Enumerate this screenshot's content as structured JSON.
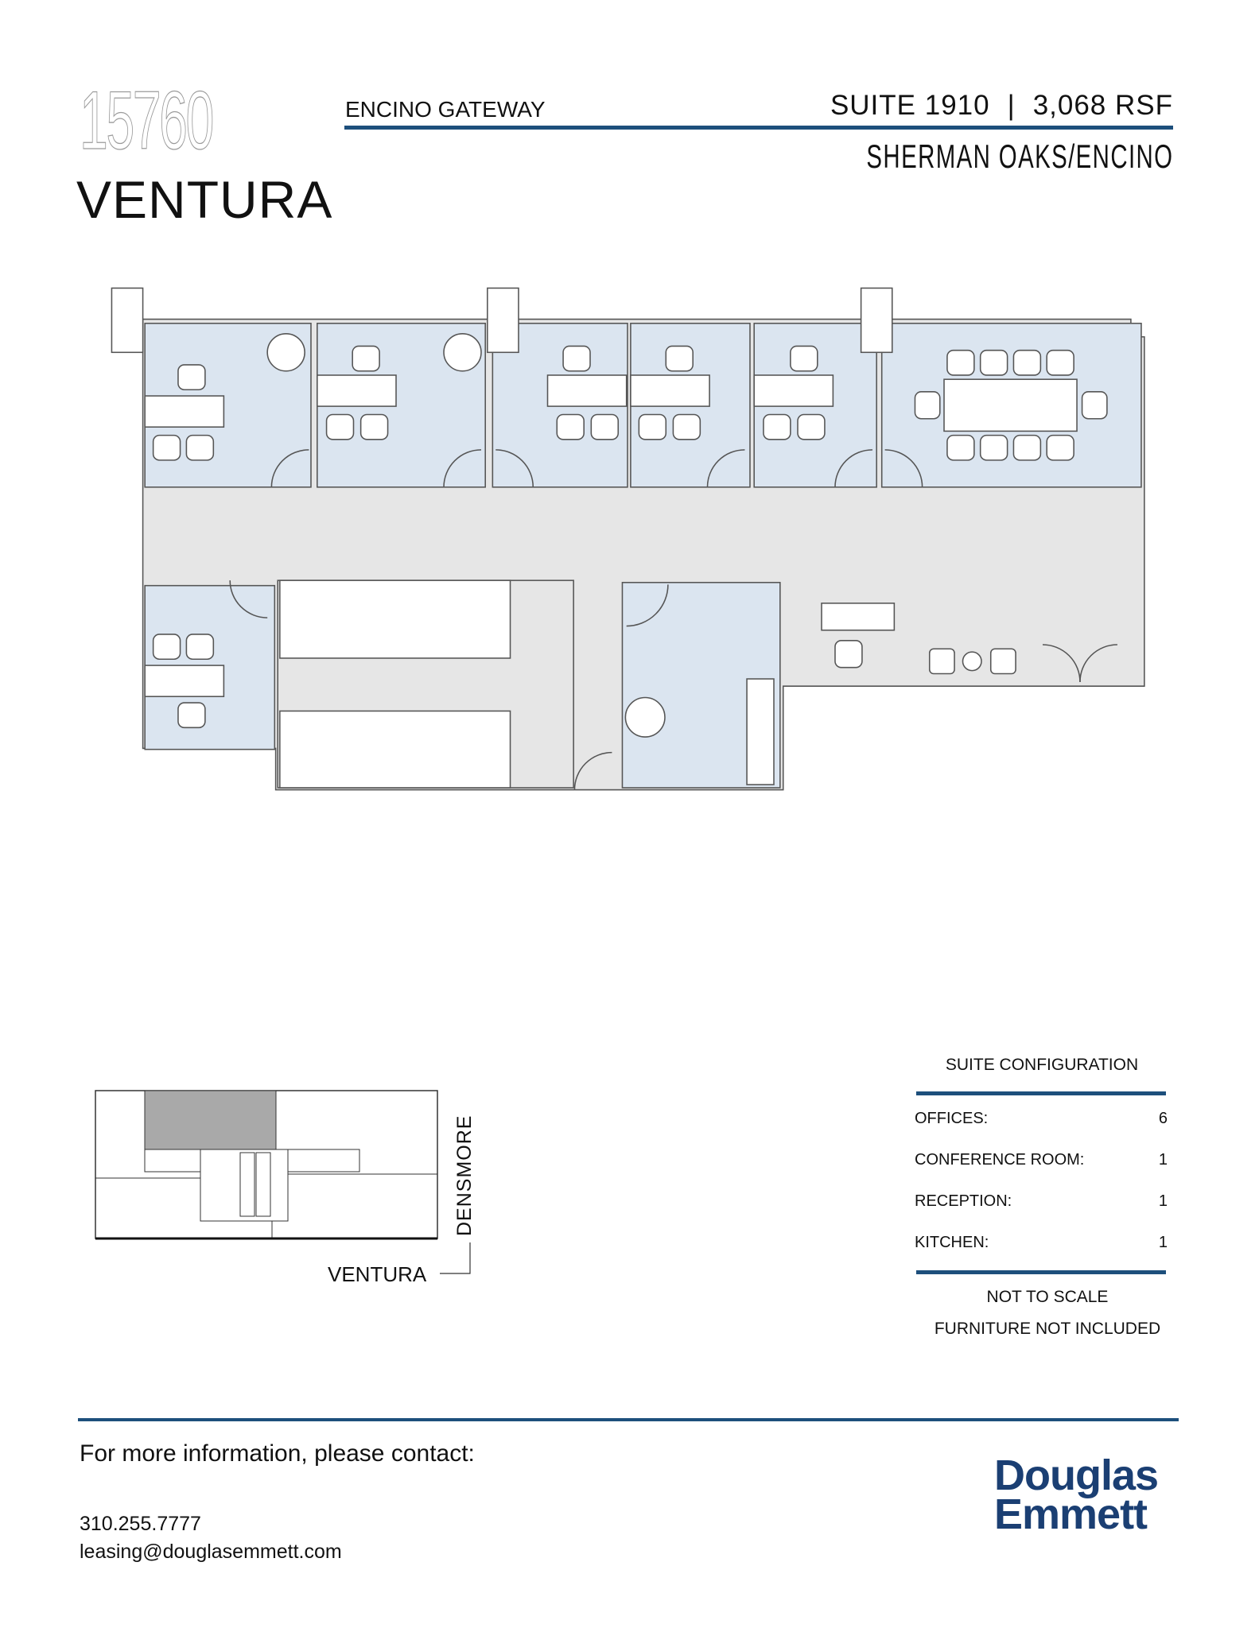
{
  "header": {
    "address_number": "15760",
    "address_street": "VENTURA",
    "building_name": "ENCINO GATEWAY",
    "suite": "SUITE 1910",
    "separator": "|",
    "area": "3,068 RSF",
    "submarket": "SHERMAN OAKS/ENCINO",
    "accent_color": "#1d4f7c"
  },
  "key_plan": {
    "street_side": "DENSMORE",
    "street_bottom": "VENTURA"
  },
  "suite_configuration": {
    "title": "SUITE CONFIGURATION",
    "rows": [
      {
        "label": "OFFICES:",
        "value": "6"
      },
      {
        "label": "CONFERENCE ROOM:",
        "value": "1"
      },
      {
        "label": "RECEPTION:",
        "value": "1"
      },
      {
        "label": "KITCHEN:",
        "value": "1"
      }
    ],
    "notes": [
      "NOT TO SCALE",
      "FURNITURE NOT INCLUDED"
    ]
  },
  "footer": {
    "contact_prompt": "For more information, please contact:",
    "phone": "310.255.7777",
    "email": "leasing@douglasemmett.com",
    "logo_line1": "Douglas",
    "logo_line2": "Emmett",
    "logo_color": "#1b3f73"
  }
}
